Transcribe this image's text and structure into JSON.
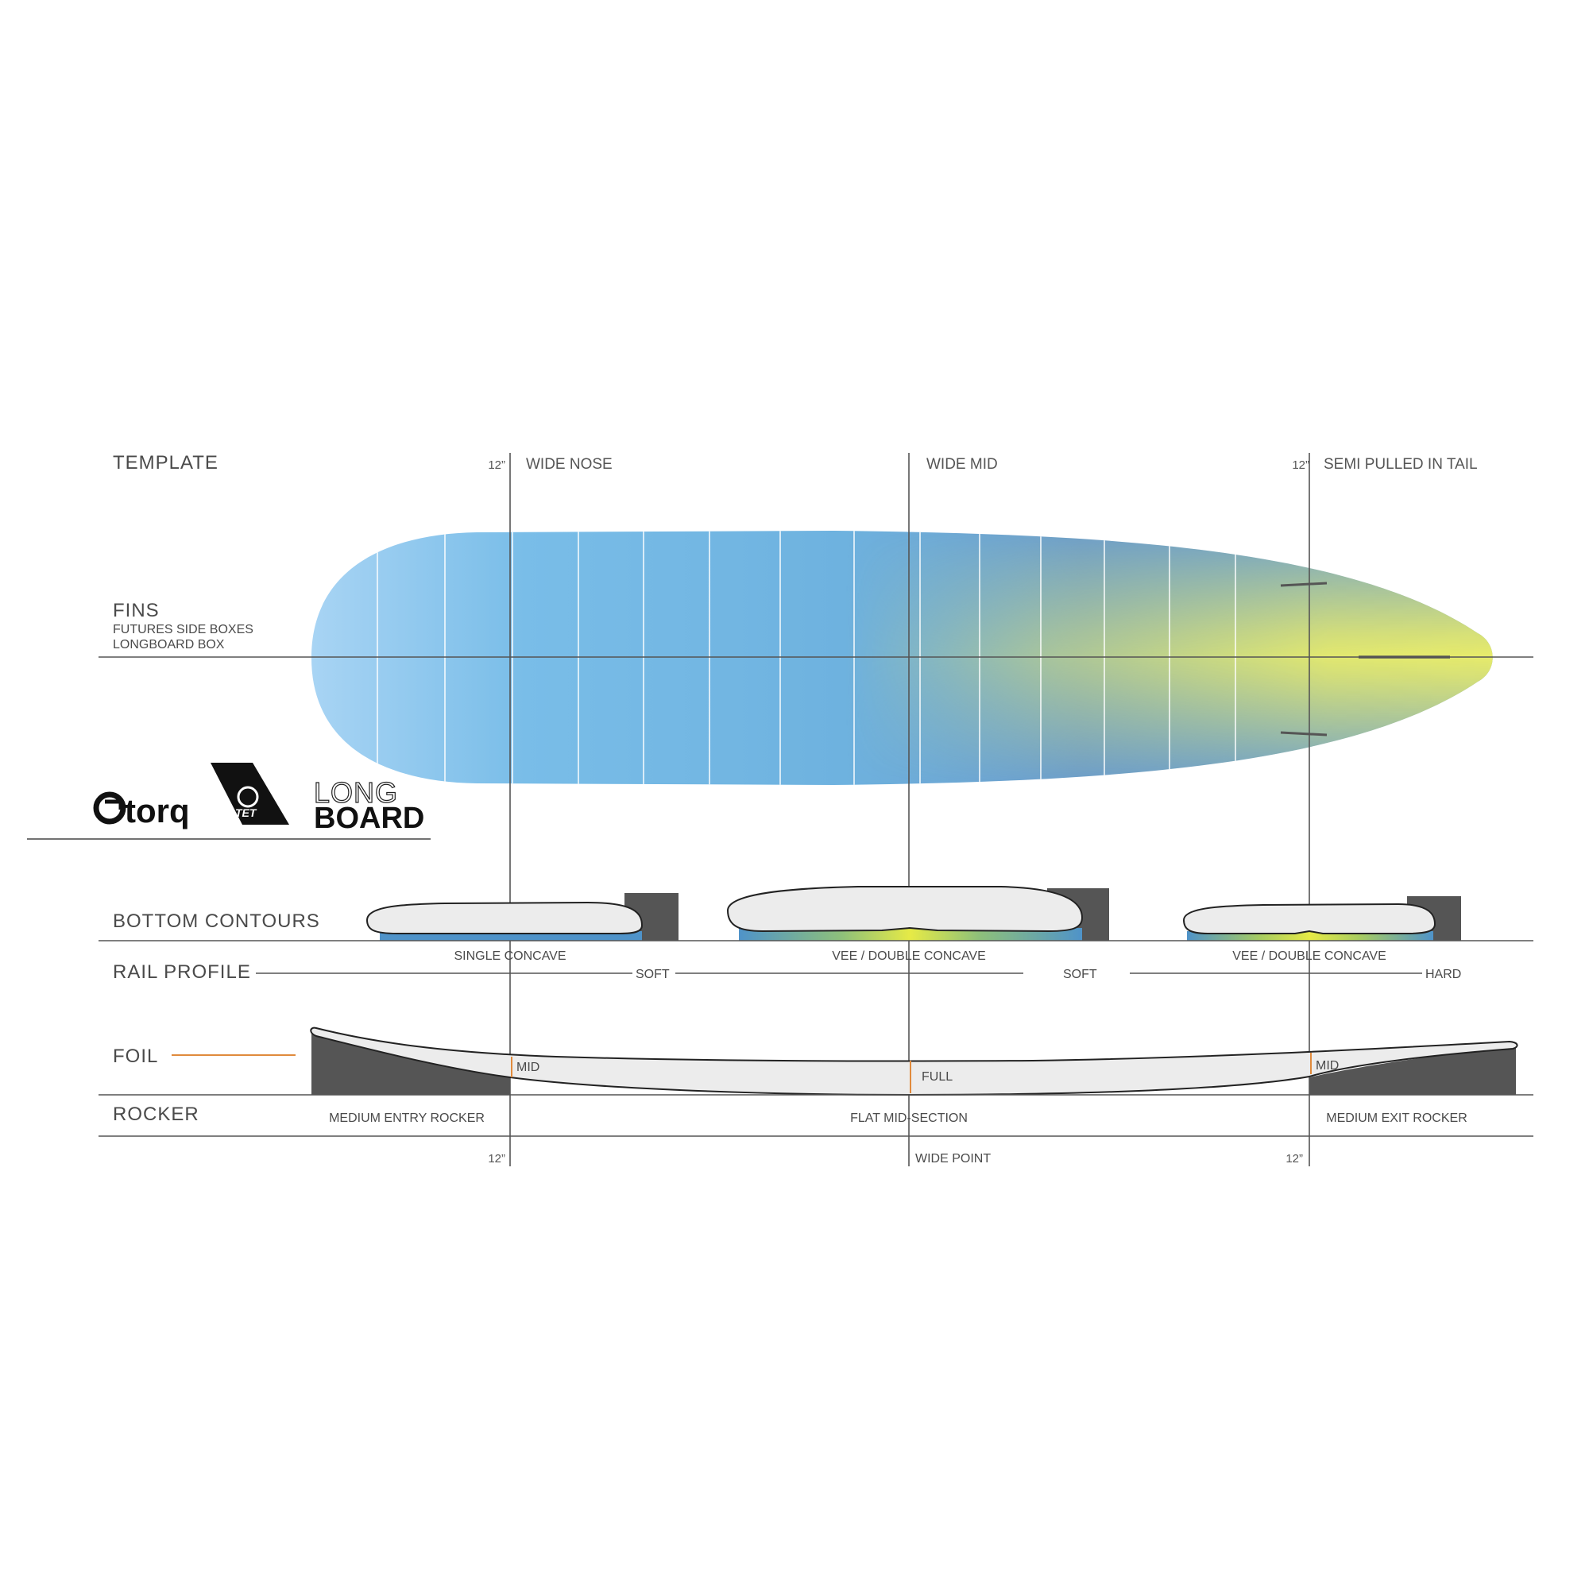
{
  "template": {
    "heading": "TEMPLATE",
    "marker_nose": "12”",
    "nose_label": "WIDE NOSE",
    "mid_label": "WIDE MID",
    "marker_tail": "12”",
    "tail_label": "SEMI PULLED IN TAIL"
  },
  "fins": {
    "heading": "FINS",
    "line1": "FUTURES SIDE BOXES",
    "line2": "LONGBOARD BOX"
  },
  "logos": {
    "brand": "torq",
    "tet": "TET",
    "model_line1": "LONG",
    "model_line2": "BOARD"
  },
  "bottom_contours": {
    "heading": "BOTTOM  CONTOURS",
    "nose": "SINGLE CONCAVE",
    "mid": "VEE / DOUBLE CONCAVE",
    "tail": "VEE / DOUBLE CONCAVE"
  },
  "rail_profile": {
    "heading": "RAIL PROFILE",
    "nose": "SOFT",
    "mid": "SOFT",
    "tail": "HARD"
  },
  "foil": {
    "heading": "FOIL",
    "nose": "MID",
    "mid": "FULL",
    "tail": "MID"
  },
  "rocker": {
    "heading": "ROCKER",
    "nose": "MEDIUM ENTRY ROCKER",
    "mid": "FLAT MID-SECTION",
    "tail": "MEDIUM EXIT ROCKER"
  },
  "bottom_markers": {
    "nose": "12”",
    "mid": "WIDE POINT",
    "tail": "12”"
  },
  "colors": {
    "blue_light": "#8fc8ef",
    "blue_mid": "#6fb6e2",
    "blue_dark": "#6a9ccc",
    "yellow": "#e6ea6a",
    "dark_grey": "#555555",
    "orange": "#e08a3c",
    "board_white": "#ececec"
  }
}
